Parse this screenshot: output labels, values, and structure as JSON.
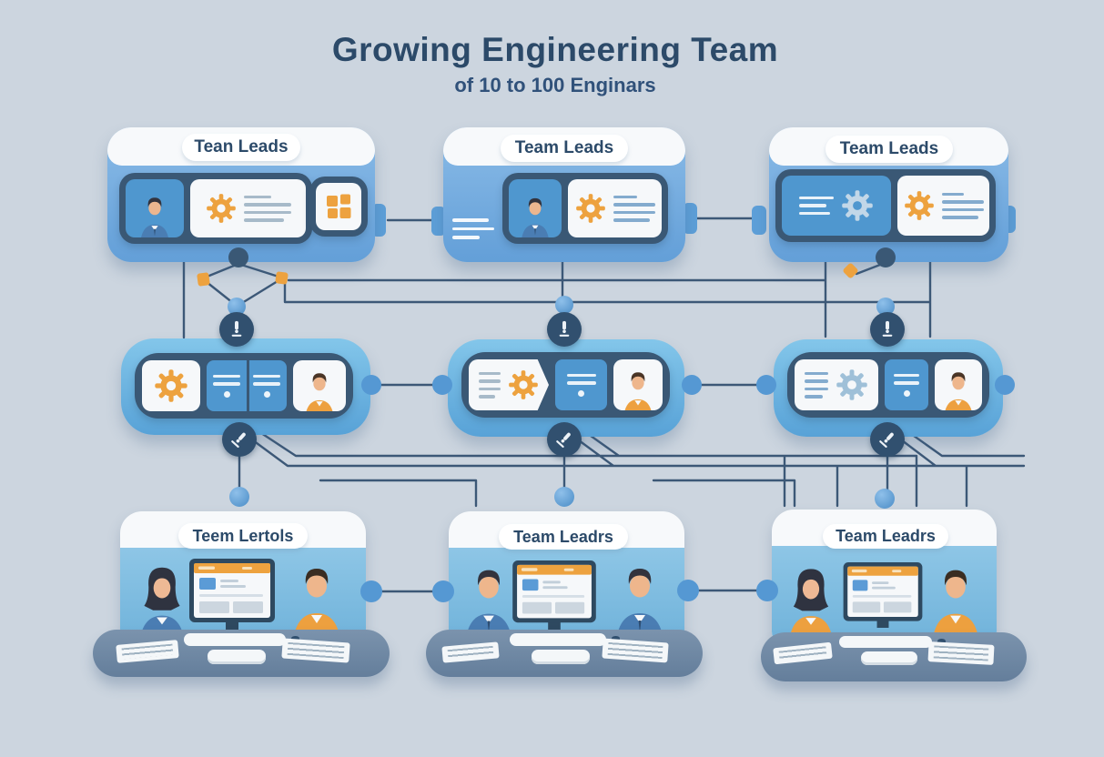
{
  "title": {
    "main": "Growing Engineering Team",
    "subtitle": "of 10 to 100 Enginars"
  },
  "top_row": {
    "cards": [
      {
        "label": "Tean Leads"
      },
      {
        "label": "Team Leads"
      },
      {
        "label": "Team Leads"
      }
    ]
  },
  "bottom_row": {
    "cards": [
      {
        "label": "Teem Lertols"
      },
      {
        "label": "Team Leadrs"
      },
      {
        "label": "Team Leadrs"
      }
    ]
  },
  "icons": {
    "gear-icon": "css-gear-shape",
    "grid-icon": "four-orange-squares",
    "tool-badge-icon": "white-tool-glyph-in-navy-circle",
    "person-icon": "flat-avatar-illustration",
    "monitor-icon": "desktop-monitor-with-webpage",
    "connector-node-icon": "blue-circle-node"
  },
  "colors": {
    "background": "#ccd5df",
    "card_blue": "#639fd8",
    "card_blue_light": "#83c6ea",
    "frame_navy": "#3a5875",
    "accent_orange": "#eda23f",
    "wire": "#3c5877",
    "title_text": "#2c4a69",
    "desk": "#6f88a3"
  }
}
